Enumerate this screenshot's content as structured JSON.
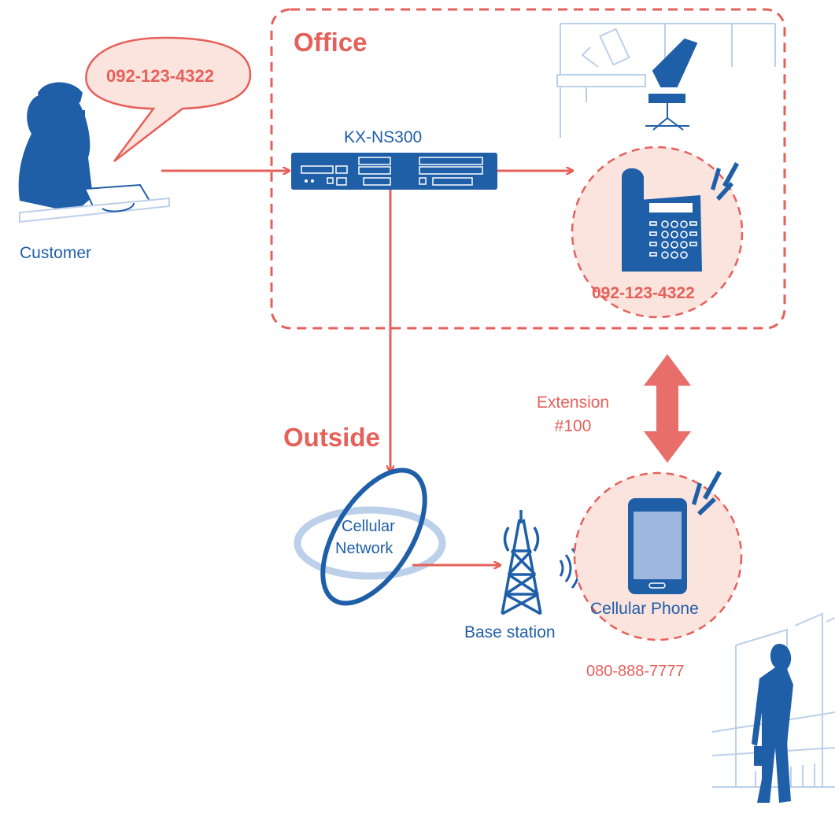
{
  "office": {
    "label": "Office"
  },
  "outside": {
    "label": "Outside"
  },
  "customer": {
    "label": "Customer",
    "speech_number": "092-123-4322"
  },
  "pbx": {
    "label": "KX-NS300"
  },
  "desk_phone": {
    "number": "092-123-4322"
  },
  "extension": {
    "line1": "Extension",
    "line2": "#100"
  },
  "network": {
    "line1": "Cellular",
    "line2": "Network"
  },
  "base_station": {
    "label": "Base station"
  },
  "cell_phone": {
    "label": "Cellular Phone",
    "number": "080-888-7777"
  },
  "colors": {
    "blue": "#1f5fa8",
    "red": "#e6605a",
    "pink_fill": "#fbe3de",
    "light_blue": "#bcd0ea"
  }
}
